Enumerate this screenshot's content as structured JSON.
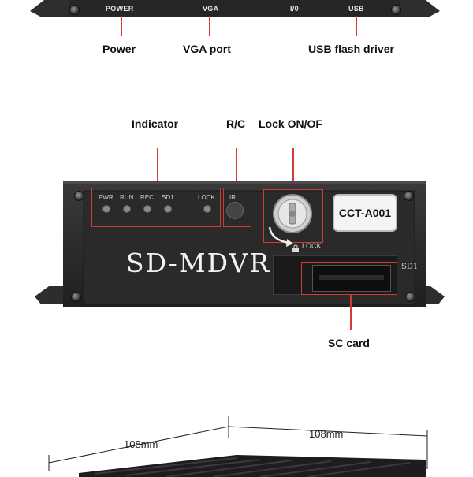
{
  "top_panel": {
    "ports": {
      "power": "POWER",
      "vga": "VGA",
      "io": "I/0",
      "usb": "USB"
    },
    "callouts": {
      "power": "Power",
      "vga": "VGA port",
      "usb": "USB flash driver"
    }
  },
  "front_panel": {
    "callouts": {
      "indicator": "Indicator",
      "rc": "R/C",
      "lock": "Lock ON/OF",
      "sd_card": "SC card"
    },
    "leds": [
      "PWR",
      "RUN",
      "REC",
      "SD1",
      "LOCK"
    ],
    "ir_label": "IR",
    "model_badge": "CCT-A001",
    "brand": "SD-MDVR",
    "lock_label": "LOCK",
    "slot_label": "SD1"
  },
  "dimensions": {
    "width": "108mm",
    "depth": "108mm"
  },
  "colors": {
    "device_body": "#2b2b2b",
    "callout_line": "#d23a3a",
    "text": "#111111"
  }
}
